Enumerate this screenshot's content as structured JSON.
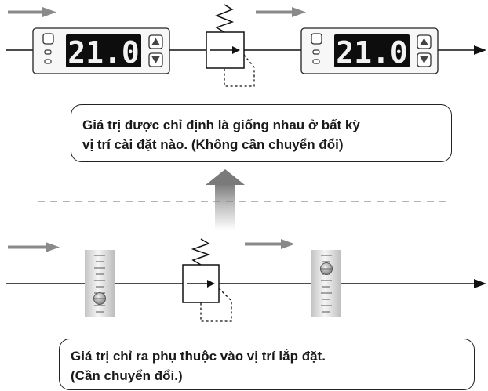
{
  "top_row": {
    "label": "digital flow sensors in series with regulator",
    "sensor_left_display": "21.0",
    "sensor_right_display": "21.0",
    "message_line1": "Giá trị được chỉ định là giống nhau ở bất kỳ",
    "message_line2": "vị trí cài đặt nào. (Không cần chuyển đổi)"
  },
  "bottom_row": {
    "message_line1": "Giá trị chỉ ra phụ thuộc vào vị trí lắp đặt.",
    "message_line2": "(Cần chuyển đổi.)"
  },
  "colors": {
    "line": "#111111",
    "flow_arrow": "#8a8a8a",
    "display_bg": "#0d0d0d",
    "display_digit": "#f2f2f2",
    "divider": "#888888"
  },
  "icons": {
    "up": "triangle-up-icon",
    "down": "triangle-down-icon"
  }
}
